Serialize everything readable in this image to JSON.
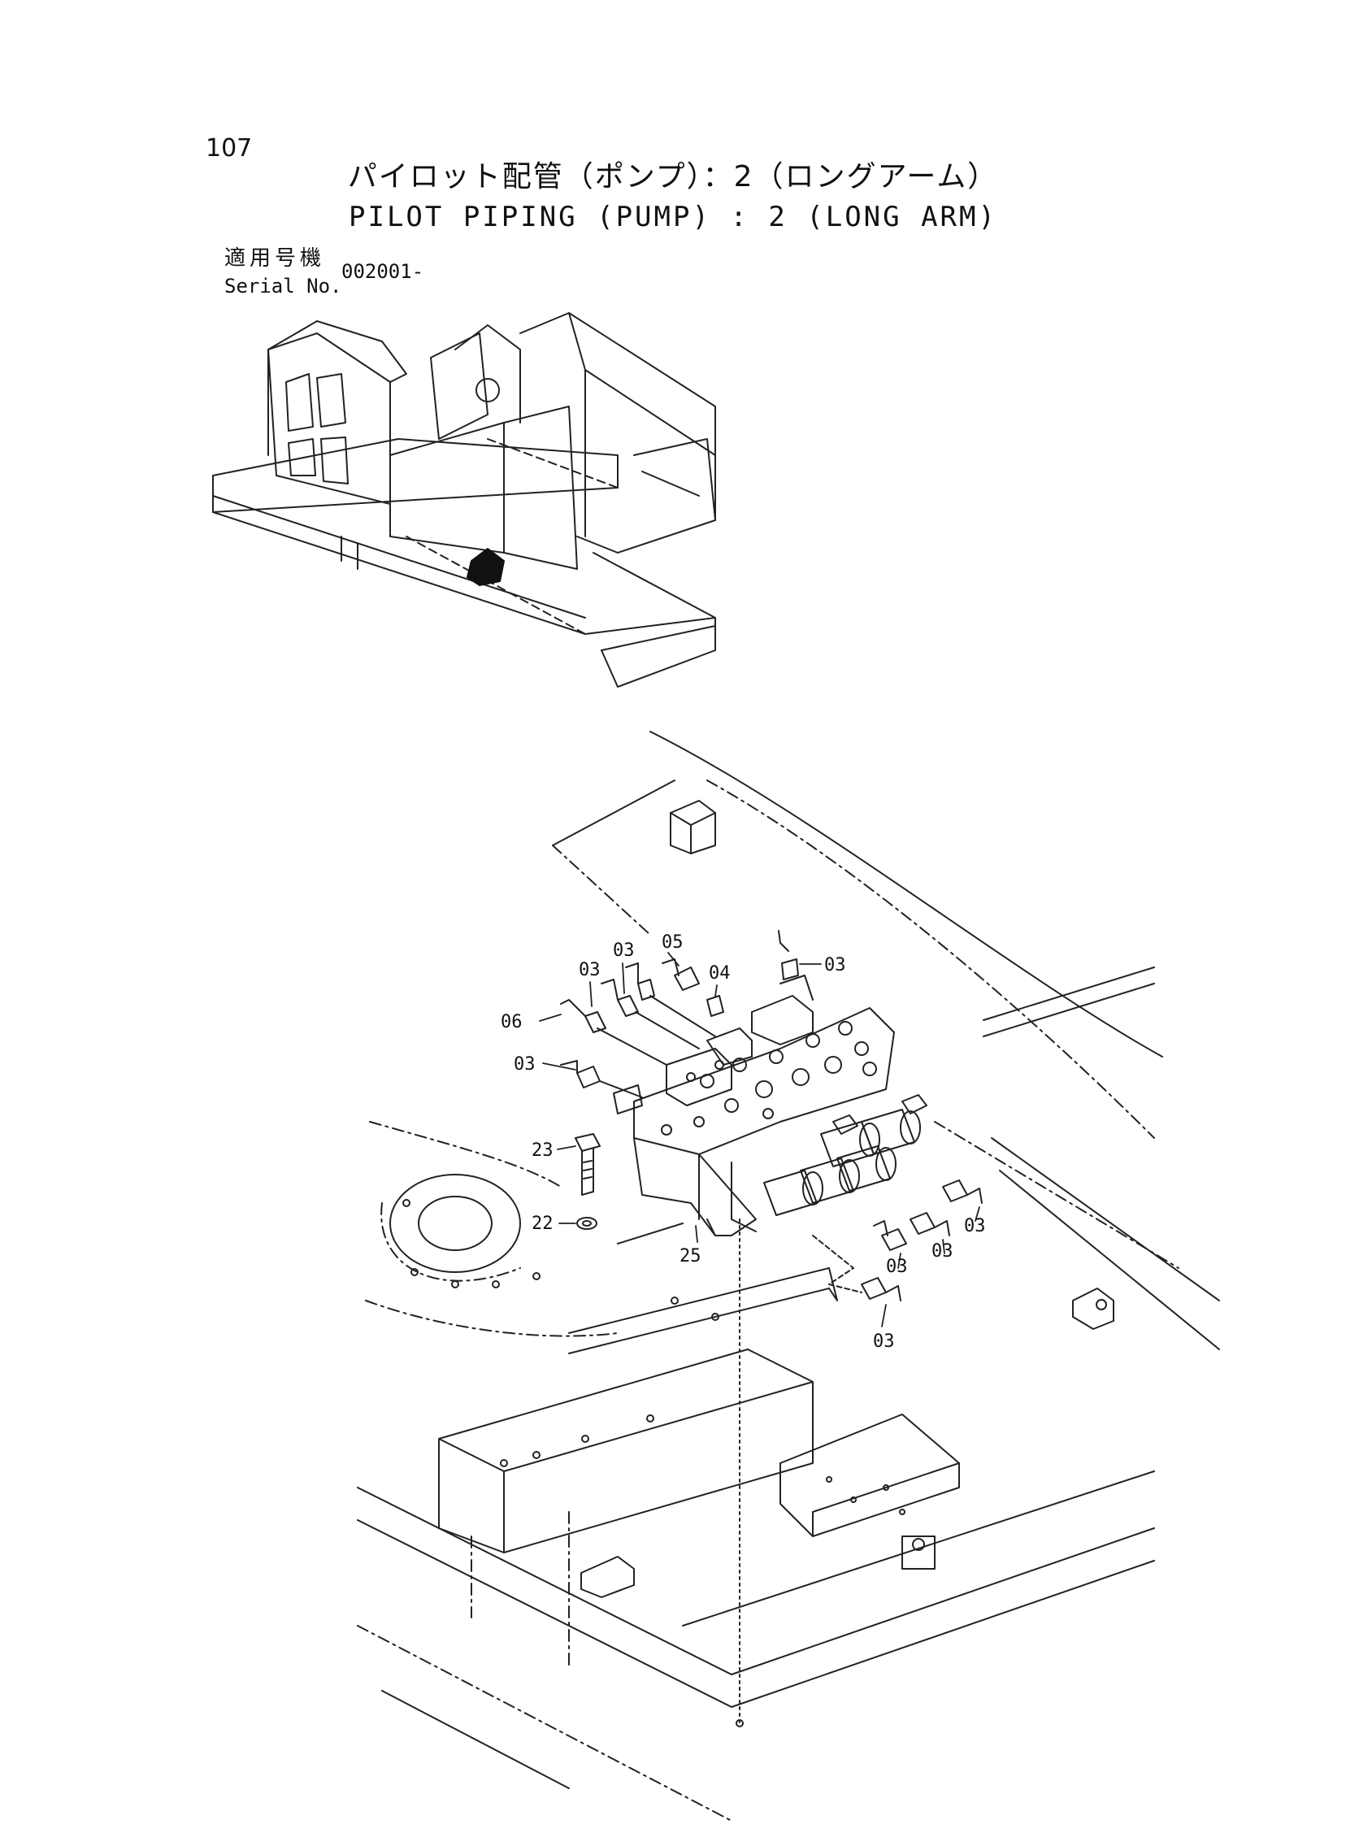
{
  "page_number": "107",
  "title_ja": "パイロット配管（ポンプ）：2（ロングアーム）",
  "title_en": "PILOT PIPING (PUMP) : 2 (LONG ARM)",
  "serial": {
    "label_ja": "適用号機",
    "label_en": "Serial No.",
    "value": "002001-"
  },
  "callouts": {
    "c1": "03",
    "c2": "03",
    "c3": "05",
    "c4": "04",
    "c5": "03",
    "c6": "06",
    "c7": "03",
    "c8": "23",
    "c9": "22",
    "c10": "25",
    "c11": "03",
    "c12": "03",
    "c13": "03",
    "c14": "03"
  }
}
